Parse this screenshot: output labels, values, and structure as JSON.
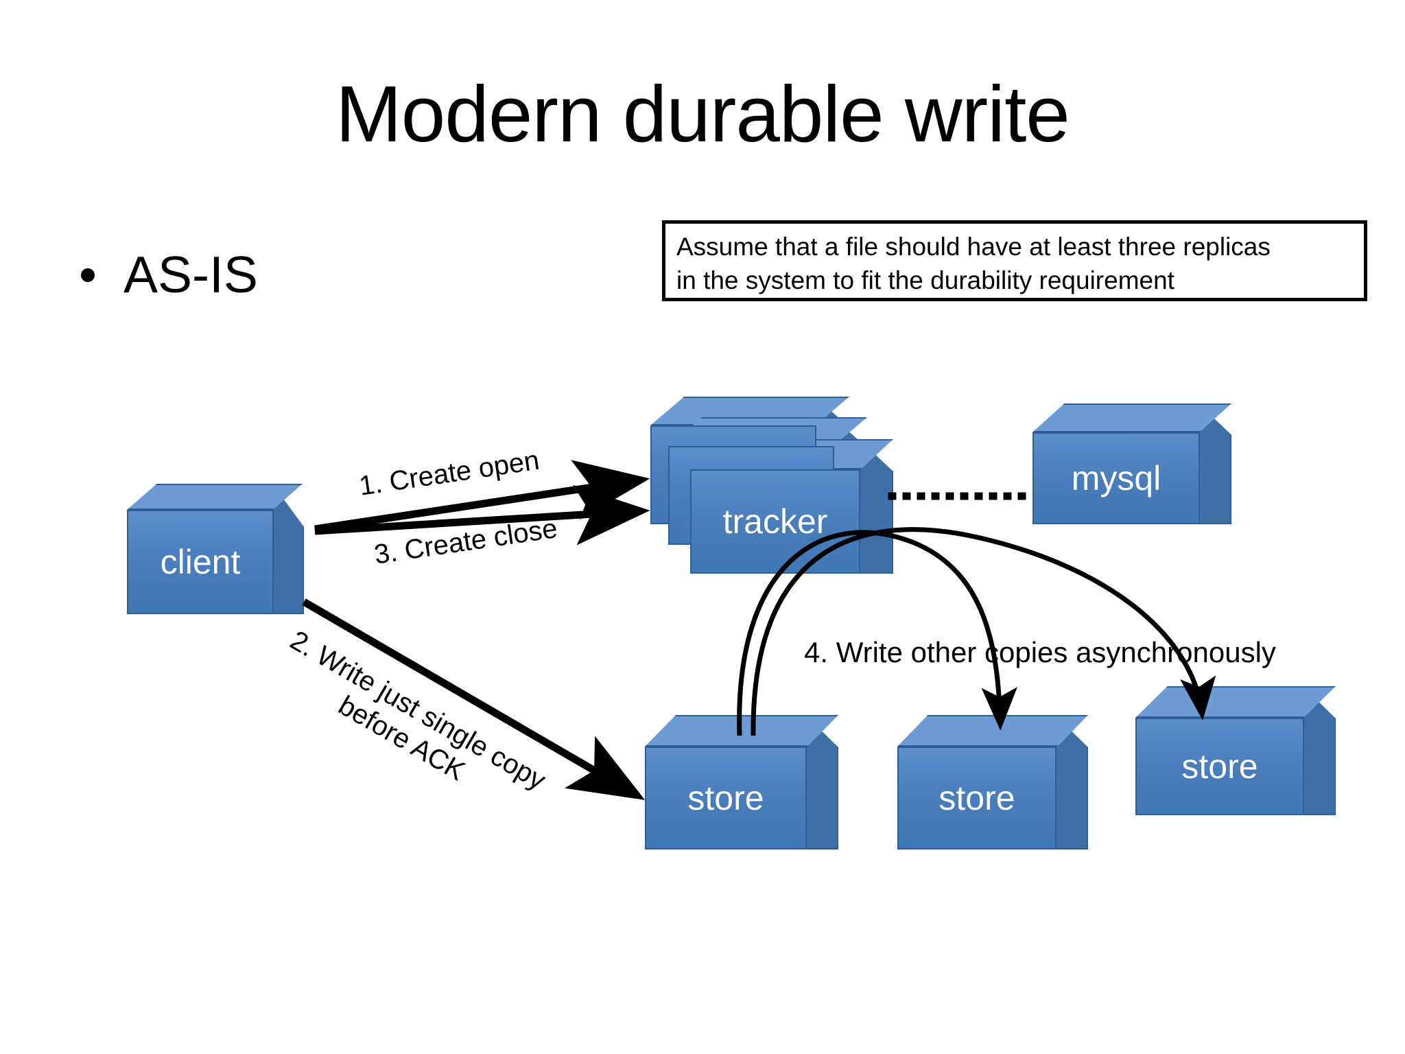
{
  "slide": {
    "title": "Modern durable write",
    "bullets": [
      {
        "marker": "•",
        "text": "AS-IS"
      }
    ],
    "note_box": {
      "line1": "Assume that a file should have at least three replicas",
      "line2": "in the system to fit the durability requirement"
    }
  },
  "diagram": {
    "nodes": [
      {
        "id": "client",
        "label": "client"
      },
      {
        "id": "tracker",
        "label": "tracker"
      },
      {
        "id": "mysql",
        "label": "mysql"
      },
      {
        "id": "store1",
        "label": "store"
      },
      {
        "id": "store2",
        "label": "store"
      },
      {
        "id": "store3",
        "label": "store"
      }
    ],
    "edges": [
      {
        "id": "edge-1",
        "label": "1. Create open",
        "from": "client",
        "to": "tracker",
        "style": "solid-arrow"
      },
      {
        "id": "edge-3",
        "label": "3. Create close",
        "from": "client",
        "to": "tracker",
        "style": "solid-arrow"
      },
      {
        "id": "edge-2",
        "label_line1": "2. Write just single copy",
        "label_line2": "before ACK",
        "from": "client",
        "to": "store1",
        "style": "solid-arrow"
      },
      {
        "id": "edge-4",
        "label": "4. Write other copies asynchronously",
        "from": "store1",
        "to": "store2 / store3",
        "style": "curved-arrow"
      },
      {
        "id": "edge-db",
        "label": "",
        "from": "tracker",
        "to": "mysql",
        "style": "dotted"
      }
    ],
    "colors": {
      "box_front": "#4A7EBC",
      "box_top": "#6D9BD3",
      "box_side": "#3D6FA8",
      "box_border": "#2E5E92",
      "box_text": "#FFFFFF",
      "arrow": "#000000",
      "background": "#FFFFFF",
      "note_border": "#000000",
      "text": "#000000"
    }
  }
}
